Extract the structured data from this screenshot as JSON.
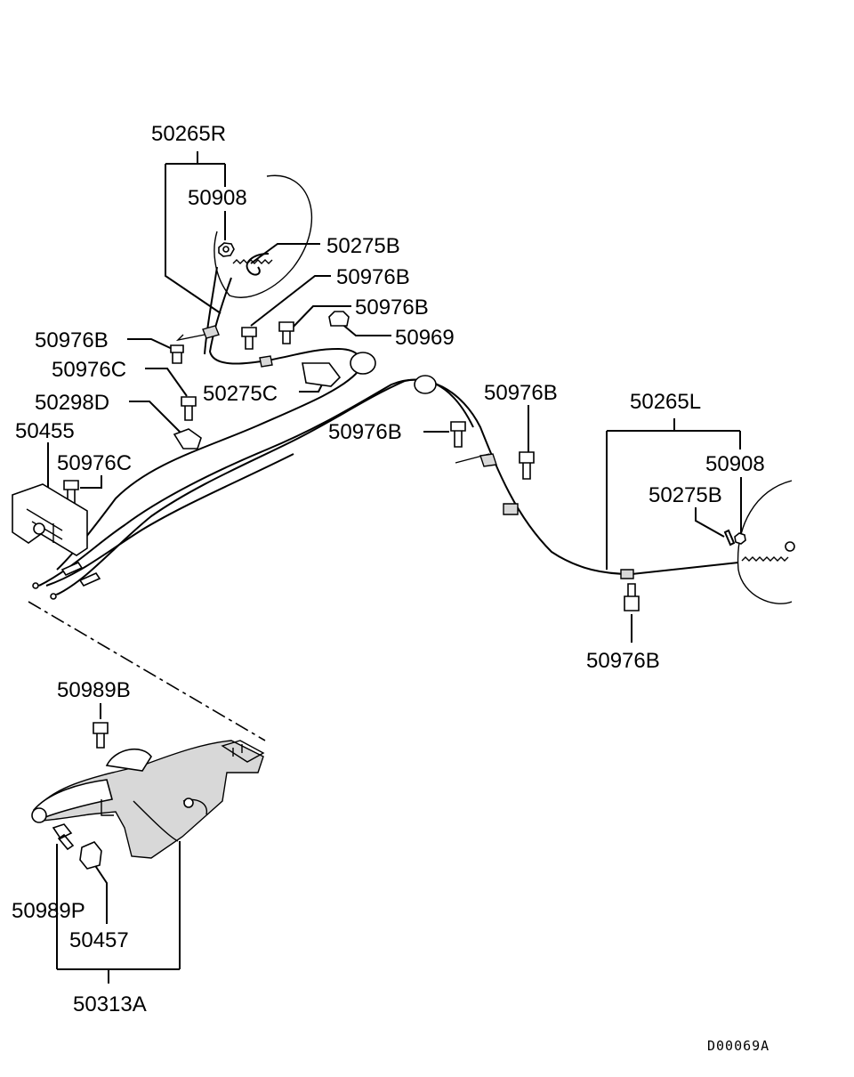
{
  "labels": {
    "p_50265R": "50265R",
    "p_50908_top": "50908",
    "p_50275B_top": "50275B",
    "p_50976B_a": "50976B",
    "p_50976B_b": "50976B",
    "p_50969": "50969",
    "p_50976B_left": "50976B",
    "p_50976C_a": "50976C",
    "p_50275C": "50275C",
    "p_50298D": "50298D",
    "p_50455": "50455",
    "p_50976C_b": "50976C",
    "p_50976B_mid": "50976B",
    "p_50976B_right": "50976B",
    "p_50265L": "50265L",
    "p_50908_right": "50908",
    "p_50275B_right": "50275B",
    "p_50976B_bottom": "50976B",
    "p_50989B": "50989B",
    "p_50989P": "50989P",
    "p_50457": "50457",
    "p_50313A": "50313A"
  },
  "diagram_code": "D00069A",
  "icons": [
    "bolt-icon",
    "nut-icon",
    "cable-clip-icon",
    "bracket-icon",
    "parking-brake-lever-icon"
  ]
}
